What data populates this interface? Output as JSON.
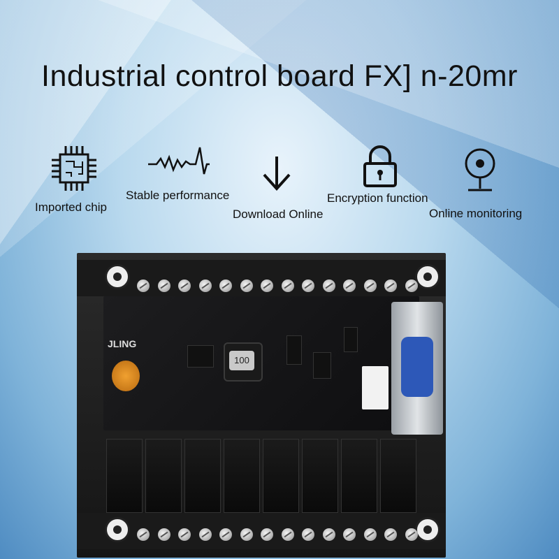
{
  "title": "Industrial control board FX] n-20mr",
  "features": [
    {
      "label": "Imported chip",
      "icon": "chip-icon"
    },
    {
      "label": "Stable performance",
      "icon": "waveform-icon"
    },
    {
      "label": "Download Online",
      "icon": "down-arrow-icon"
    },
    {
      "label": "Encryption function",
      "icon": "lock-icon"
    },
    {
      "label": "Online monitoring",
      "icon": "monitor-icon"
    }
  ],
  "board": {
    "brand": "JLING",
    "inductor_label": "100"
  },
  "colors": {
    "connector_face": "#2d58b8",
    "potentiometer": "#f0a030",
    "board": "#151515"
  }
}
